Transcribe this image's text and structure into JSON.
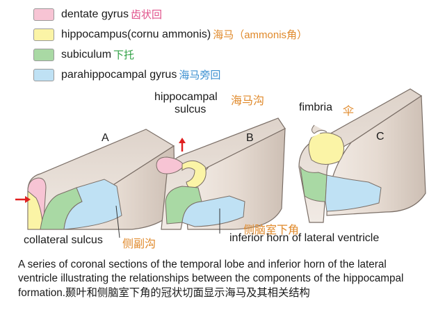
{
  "legend": [
    {
      "en": "dentate gyrus",
      "zh": "齿状回",
      "zh_color": "#e0508a",
      "color": "#f7c4d4"
    },
    {
      "en": "hippocampus(cornu ammonis)",
      "zh": "海马（ammonis角）",
      "zh_color": "#e0892a",
      "color": "#fbf4a6"
    },
    {
      "en": "subiculum",
      "zh": "下托",
      "zh_color": "#2ea043",
      "color": "#a9d9a4"
    },
    {
      "en": "parahippocampal gyrus",
      "zh": "海马旁回",
      "zh_color": "#3a8fd0",
      "color": "#bfe1f4"
    }
  ],
  "labels": {
    "A": "A",
    "B": "B",
    "C": "C",
    "sulcus_en_1": "hippocampal",
    "sulcus_en_2": "sulcus",
    "sulcus_zh": "海马沟",
    "fimbria_en": "fimbria",
    "fimbria_zh": "伞",
    "collateral_en": "collateral sulcus",
    "collateral_zh": "侧副沟",
    "inferior_zh": "侧脑室下角",
    "inferior_en": "inferior horn of lateral ventricle"
  },
  "caption": {
    "en": "A series of coronal sections of the temporal lobe and inferior horn of the lateral ventricle illustrating the relationships between the components of the hippocampal formation.",
    "zh": "颞叶和侧脑室下角的冠状切面显示海马及其相关结构"
  },
  "colors": {
    "tissue": "#e9e0d8",
    "tissue_shade": "#cfc4ba",
    "outline": "#7a6e66",
    "arrow": "#e02020"
  }
}
